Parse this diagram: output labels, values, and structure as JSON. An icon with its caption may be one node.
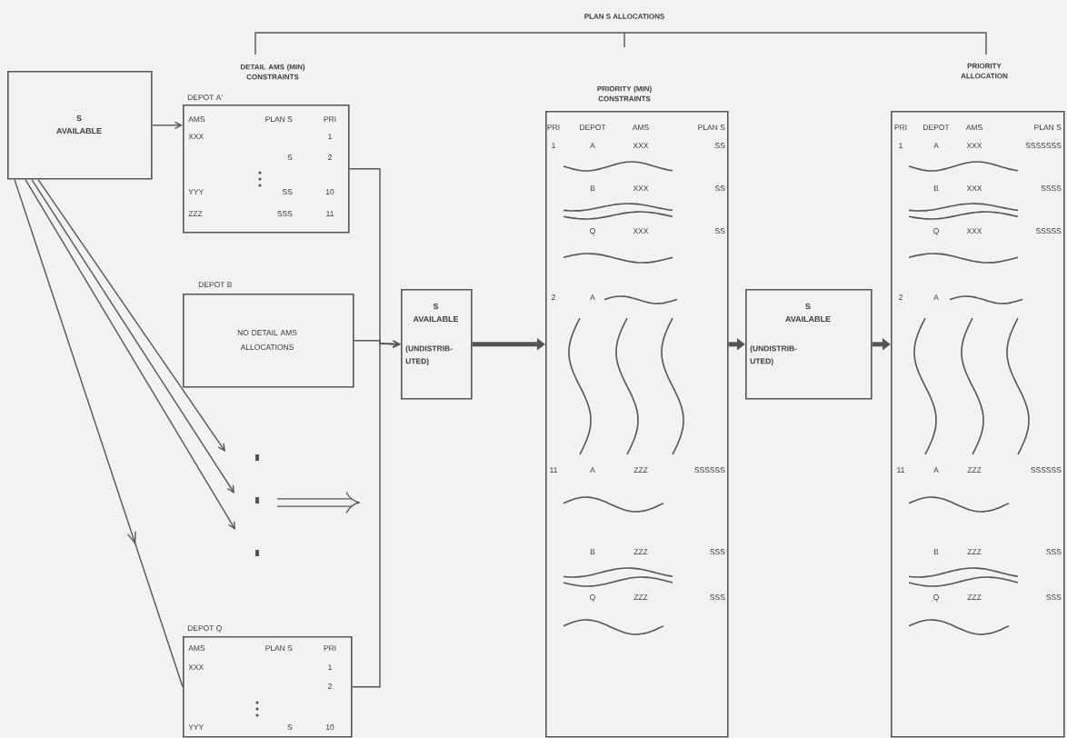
{
  "diagram": {
    "title": "PLAN S ALLOCATIONS",
    "nodes": [
      {
        "text": [
          "S AVAILABLE"
        ]
      },
      {
        "text": [
          "DEPOT A'",
          "AMS",
          "PLAN S",
          "PRI",
          "XXX",
          "1",
          "S",
          "2",
          "YYY",
          "SS",
          "10",
          "ZZZ",
          "SSS",
          "11"
        ]
      },
      {
        "text": [
          "DEPOT B",
          "NO DETAIL AMS ALLOCATIONS"
        ]
      },
      {
        "text": [
          "DEPOT Q",
          "AMS",
          "PLAN S",
          "PRI",
          "XXX",
          "1",
          "2",
          "YYY",
          "S",
          "10"
        ]
      },
      {
        "text": [
          "S AVAILABLE",
          "(UNDISTRIB- UTED)"
        ]
      },
      {
        "text": [
          "PRIORITY (MIN) CONSTRAINTS",
          "PRI",
          "DEPOT",
          "AMS",
          "PLAN S",
          "1",
          "A",
          "XXX",
          "SS",
          "B",
          "XXX",
          "SS",
          "Q",
          "XXX",
          "SS",
          "2",
          "A",
          "11",
          "A",
          "ZZZ",
          "SSSSSS",
          "B",
          "ZZZ",
          "SSS",
          "Q",
          "ZZZ",
          "SSS"
        ]
      },
      {
        "text": [
          "S AVAILABLE",
          "(UNDISTRIB- UTED)"
        ]
      },
      {
        "text": [
          "PRIORITY ALLOCATION",
          "PRI",
          "DEPOT",
          "AMS",
          "PLAN S",
          "1",
          "A",
          "XXX",
          "SSSSSSS",
          "B",
          "XXX",
          "SSSS",
          "Q",
          "XXX",
          "SSSSS",
          "2",
          "A",
          "11",
          "A",
          "ZZZ",
          "SSSSSS",
          "B",
          "ZZZ",
          "SSS",
          "Q",
          "ZZZ",
          "SSS"
        ]
      }
    ],
    "edges": [
      {
        "from": 0,
        "to": 1,
        "arrow": "to"
      },
      {
        "from": 0,
        "to": null,
        "arrow": "to"
      },
      {
        "from": 0,
        "to": null,
        "arrow": "to"
      },
      {
        "from": 0,
        "to": null,
        "arrow": "to"
      },
      {
        "from": 0,
        "to": 3,
        "arrow": "to"
      },
      {
        "from": 1,
        "to": 4,
        "arrow": "to"
      },
      {
        "from": 2,
        "to": 4,
        "arrow": "to"
      },
      {
        "from": 3,
        "to": 4,
        "arrow": "to"
      },
      {
        "from": 4,
        "to": 5,
        "arrow": "to",
        "style": "thick"
      },
      {
        "from": 5,
        "to": 6,
        "arrow": "to",
        "style": "thick"
      },
      {
        "from": 6,
        "to": 7,
        "arrow": "to",
        "style": "thick"
      }
    ],
    "labels": [
      "DETAIL AMS (MIN) CONSTRAINTS"
    ]
  }
}
